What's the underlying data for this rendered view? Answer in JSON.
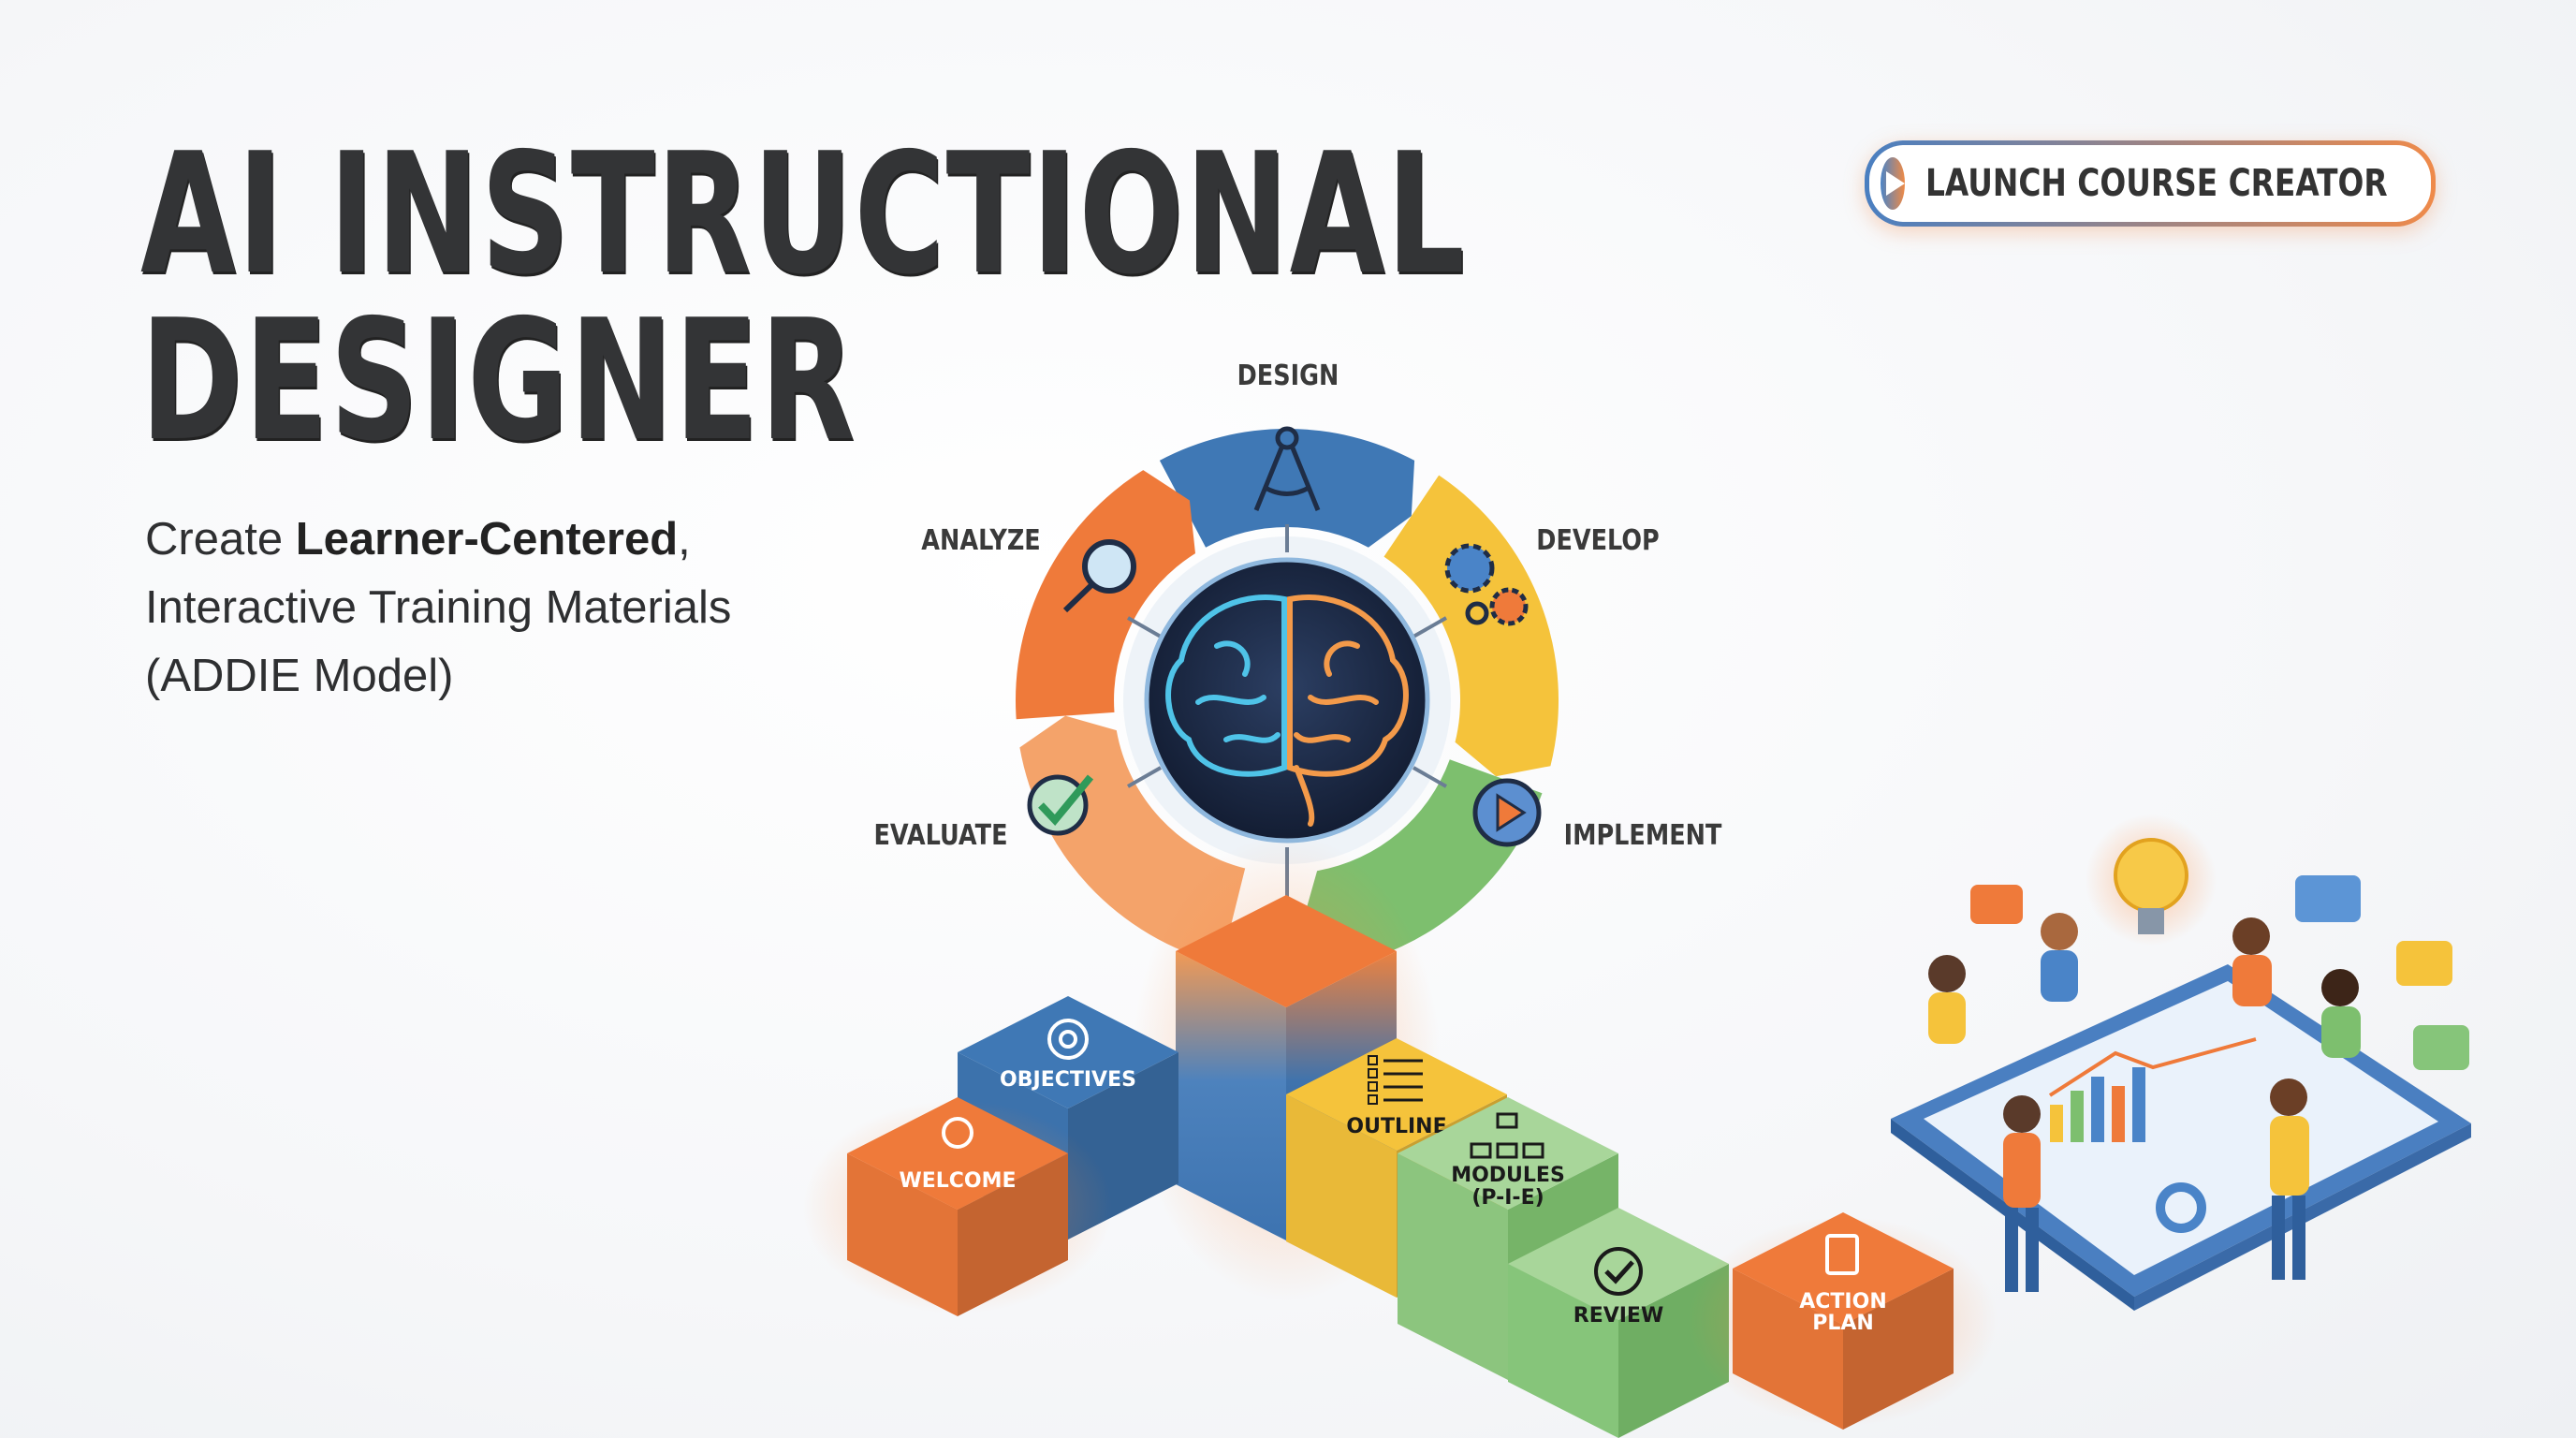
{
  "header": {
    "title_line1": "AI INSTRUCTIONAL",
    "title_line2": "DESIGNER",
    "subtitle": {
      "pre": "Create ",
      "bold": "Learner-Centered",
      "post": ",",
      "line2": "Interactive Training Materials",
      "line3": "(ADDIE Model)"
    }
  },
  "launch_button": {
    "label": "LAUNCH COURSE CREATOR",
    "icon": "play-icon"
  },
  "addie": {
    "design": "DESIGN",
    "develop": "DEVELOP",
    "implement": "IMPLEMENT",
    "evaluate": "EVALUATE",
    "analyze": "ANALYZE"
  },
  "blocks": {
    "welcome": "WELCOME",
    "objectives": "OBJECTIVES",
    "outline": "OUTLINE",
    "modules": "MODULES",
    "modules_sub": "(P-I-E)",
    "review": "REVIEW",
    "action_1": "ACTION",
    "action_2": "PLAN"
  },
  "colors": {
    "blue": "#3f78b5",
    "orange": "#ef7a3a",
    "yellow": "#f5c33b",
    "green": "#7dbf6e",
    "light_orange": "#f4a36a",
    "navy": "#1d2b45",
    "text": "#333436"
  }
}
